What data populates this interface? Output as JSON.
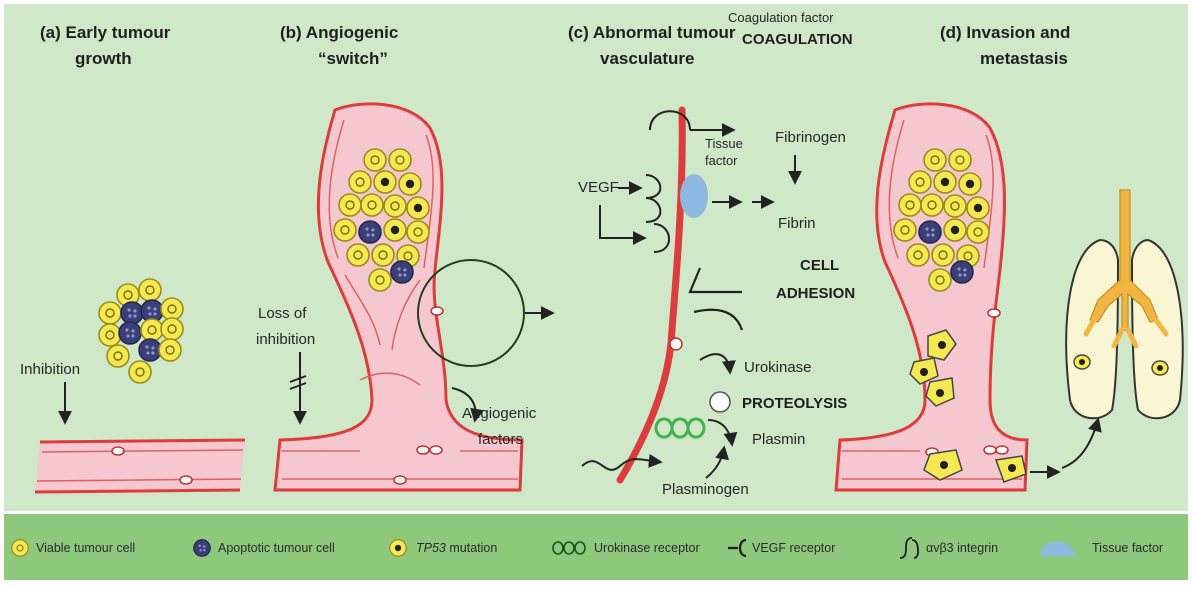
{
  "panels": {
    "a": {
      "title_line1": "(a) Early tumour",
      "title_line2": "growth",
      "inhibition": "Inhibition"
    },
    "b": {
      "title_line1": "(b) Angiogenic",
      "title_line2": "“switch”",
      "loss_line1": "Loss of",
      "loss_line2": "inhibition",
      "factors_line1": "Angiogenic",
      "factors_line2": "factors"
    },
    "c": {
      "title_line1": "(c) Abnormal tumour",
      "title_line2": "vasculature",
      "coag_factor": "Coagulation factor",
      "coagulation": "COAGULATION",
      "fibrinogen": "Fibrinogen",
      "tissue_line1": "Tissue",
      "tissue_line2": "factor",
      "vegf": "VEGF",
      "fibrin": "Fibrin",
      "cell": "CELL",
      "adhesion": "ADHESION",
      "urokinase": "Urokinase",
      "proteolysis": "PROTEOLYSIS",
      "plasmin": "Plasmin",
      "plasminogen": "Plasminogen"
    },
    "d": {
      "title_line1": "(d) Invasion and",
      "title_line2": "metastasis"
    }
  },
  "legend": {
    "viable": "Viable tumour cell",
    "apoptotic": "Apoptotic tumour cell",
    "tp53_italic": "TP53",
    "tp53_rest": " mutation",
    "urokinase_receptor": "Urokinase receptor",
    "vegf_receptor": "VEGF receptor",
    "integrin": "αvβ3 integrin",
    "tissue_factor": "Tissue factor"
  },
  "colors": {
    "panel_bg": "#cfe8c8",
    "legend_bg": "#8cc97a",
    "vessel_fill": "#f6c7cf",
    "vessel_wall": "#e03a3a",
    "cell_yellow": "#f5e94f",
    "cell_blue": "#3a3f7a",
    "lung_fill": "#fbf6d2",
    "bronchi": "#f2b640",
    "tissue_factor": "#8fb8e0",
    "urokinase_receptor": "#3bb54a"
  }
}
